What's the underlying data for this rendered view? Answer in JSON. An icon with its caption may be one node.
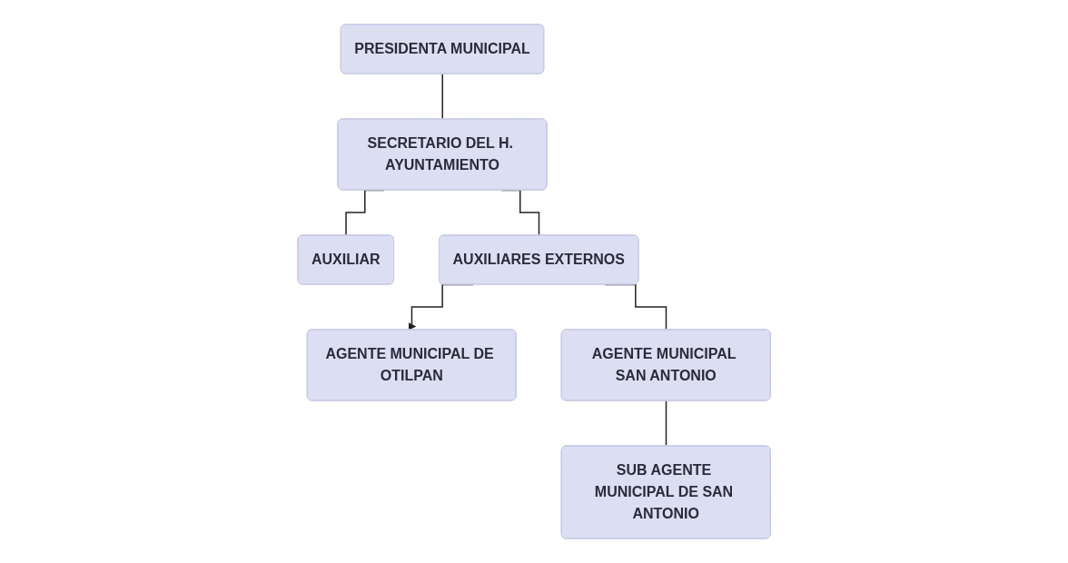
{
  "diagram": {
    "nodes": [
      {
        "text": [
          "PRESIDENTA MUNICIPAL"
        ]
      },
      {
        "text": [
          "SECRETARIO DEL H. AYUNTAMIENTO"
        ]
      },
      {
        "text": [
          "AUXILIAR"
        ]
      },
      {
        "text": [
          "AUXILIARES EXTERNOS"
        ]
      },
      {
        "text": [
          "AGENTE MUNICIPAL DE OTILPAN"
        ]
      },
      {
        "text": [
          "AGENTE MUNICIPAL SAN ANTONIO"
        ]
      },
      {
        "text": [
          "SUB AGENTE MUNICIPAL DE SAN ANTONIO"
        ]
      }
    ],
    "edges": [
      {
        "from": 0,
        "to": 1,
        "arrow": "none"
      },
      {
        "from": 1,
        "to": 2,
        "arrow": "none"
      },
      {
        "from": 1,
        "to": 3,
        "arrow": "none"
      },
      {
        "from": 3,
        "to": 4,
        "arrow": "to"
      },
      {
        "from": 3,
        "to": 5,
        "arrow": "none"
      },
      {
        "from": 5,
        "to": 6,
        "arrow": "none"
      }
    ]
  }
}
